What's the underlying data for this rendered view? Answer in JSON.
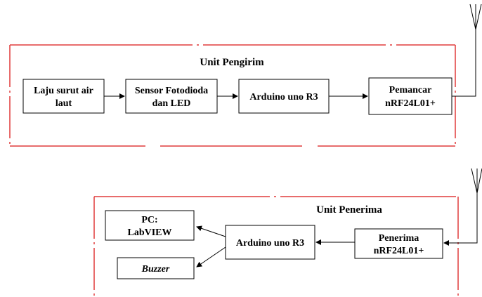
{
  "colors": {
    "border_dash": "#e03c3c",
    "line": "#000000",
    "background": "#ffffff"
  },
  "transmitter": {
    "title": "Unit Pengirim",
    "blocks": {
      "input": [
        "Laju surut air",
        "laut"
      ],
      "sensor": [
        "Sensor Fotodioda",
        "dan LED"
      ],
      "arduino": [
        "Arduino uno R3"
      ],
      "transmitter": [
        "Pemancar",
        "nRF24L01+"
      ]
    }
  },
  "receiver": {
    "title": "Unit Penerima",
    "blocks": {
      "pc": [
        "PC:",
        "LabVIEW"
      ],
      "buzzer": [
        "Buzzer"
      ],
      "arduino": [
        "Arduino uno R3"
      ],
      "receiver": [
        "Penerima",
        "nRF24L01+"
      ]
    }
  }
}
